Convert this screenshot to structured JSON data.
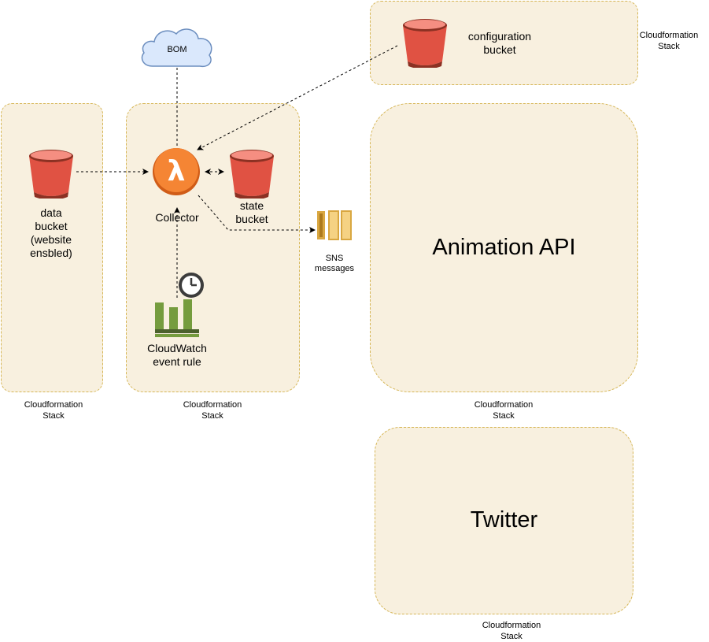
{
  "stacks": {
    "data": {
      "caption": [
        "Cloudformation",
        "Stack"
      ]
    },
    "collector": {
      "caption": [
        "Cloudformation",
        "Stack"
      ]
    },
    "config": {
      "caption": [
        "Cloudformation",
        "Stack"
      ]
    },
    "animation": {
      "caption": [
        "Cloudformation",
        "Stack"
      ],
      "title": "Animation API"
    },
    "twitter": {
      "caption": [
        "Cloudformation",
        "Stack"
      ],
      "title": "Twitter"
    }
  },
  "nodes": {
    "bom": "BOM",
    "collector": "Collector",
    "state_bucket": [
      "state",
      "bucket"
    ],
    "data_bucket": [
      "data",
      "bucket",
      "(website",
      "ensbled)"
    ],
    "config_bucket": [
      "configuration",
      "bucket"
    ],
    "sns": [
      "SNS",
      "messages"
    ],
    "cloudwatch": [
      "CloudWatch",
      "event rule"
    ]
  },
  "colors": {
    "stack_fill": "#f8f0df",
    "stack_border": "#d6b656",
    "bucket_red": "#e05243",
    "lambda_orange": "#f58534",
    "cloudwatch_green": "#759c3e",
    "sns_gold": "#d9a741",
    "cloud_blue": "#dae8fc"
  },
  "icons": [
    "cloud-icon",
    "lambda-icon",
    "s3-bucket-icon",
    "sns-icon",
    "cloudwatch-icon",
    "clock-icon"
  ]
}
